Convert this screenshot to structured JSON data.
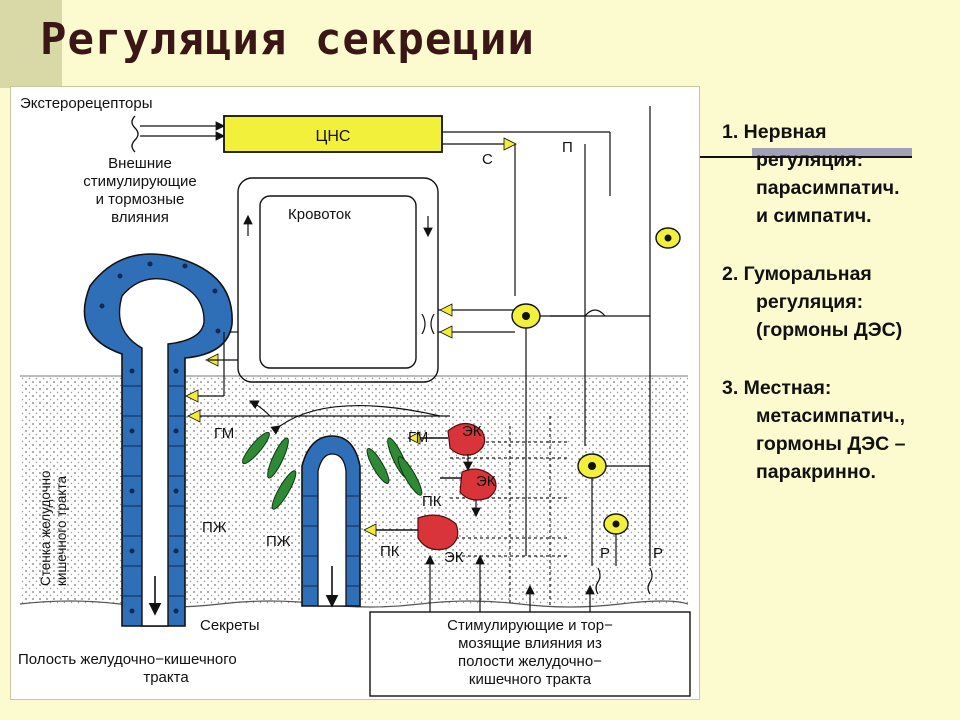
{
  "title": "Регуляция секреции",
  "diagram": {
    "labels": {
      "exteroceptors": "Экстерорецепторы",
      "cns": "ЦНС",
      "external_1": "Внешние",
      "external_2": "стимулирующие",
      "external_3": "и тормозные",
      "external_4": "влияния",
      "bloodflow": "Кровоток",
      "s": "С",
      "p": "П",
      "gm_left": "ГМ",
      "gm_right": "ГМ",
      "ek_1": "ЭК",
      "ek_2": "ЭК",
      "ek_3": "ЭК",
      "pk_1": "ПК",
      "pk_2": "ПК",
      "pzh_left": "ПЖ",
      "pzh_right": "ПЖ",
      "r_1": "Р",
      "r_2": "Р",
      "wall_1": "Стенка желудочно",
      "wall_2": "кишечного тракта",
      "secrets": "Секреты",
      "cavity_1": "Полость желудочно−кишечного",
      "cavity_2": "тракта",
      "lumen_1": "Стимулирующие и тор−",
      "lumen_2": "мозящие влияния из",
      "lumen_3": "полости желудочно−",
      "lumen_4": "кишечного тракта"
    }
  },
  "regulation": [
    {
      "lines": [
        "1.  Нервная",
        "регуляция:",
        "парасимпатич.",
        "и симпатич."
      ]
    },
    {
      "lines": [
        "2. Гуморальная",
        "регуляция:",
        "(гормоны ДЭС)"
      ]
    },
    {
      "lines": [
        "3. Местная:",
        "метасимпатич.,",
        "гормоны ДЭС –",
        "паракринно."
      ]
    }
  ],
  "colors": {
    "background": "#fbfbcf",
    "title": "#3a1616",
    "gland_blue": "#2f6fb8",
    "cns_box": "#f2f03a",
    "cell_red": "#d8343a",
    "muscle_green": "#2f8a36",
    "arrow_yellow": "#f4ea3a"
  }
}
